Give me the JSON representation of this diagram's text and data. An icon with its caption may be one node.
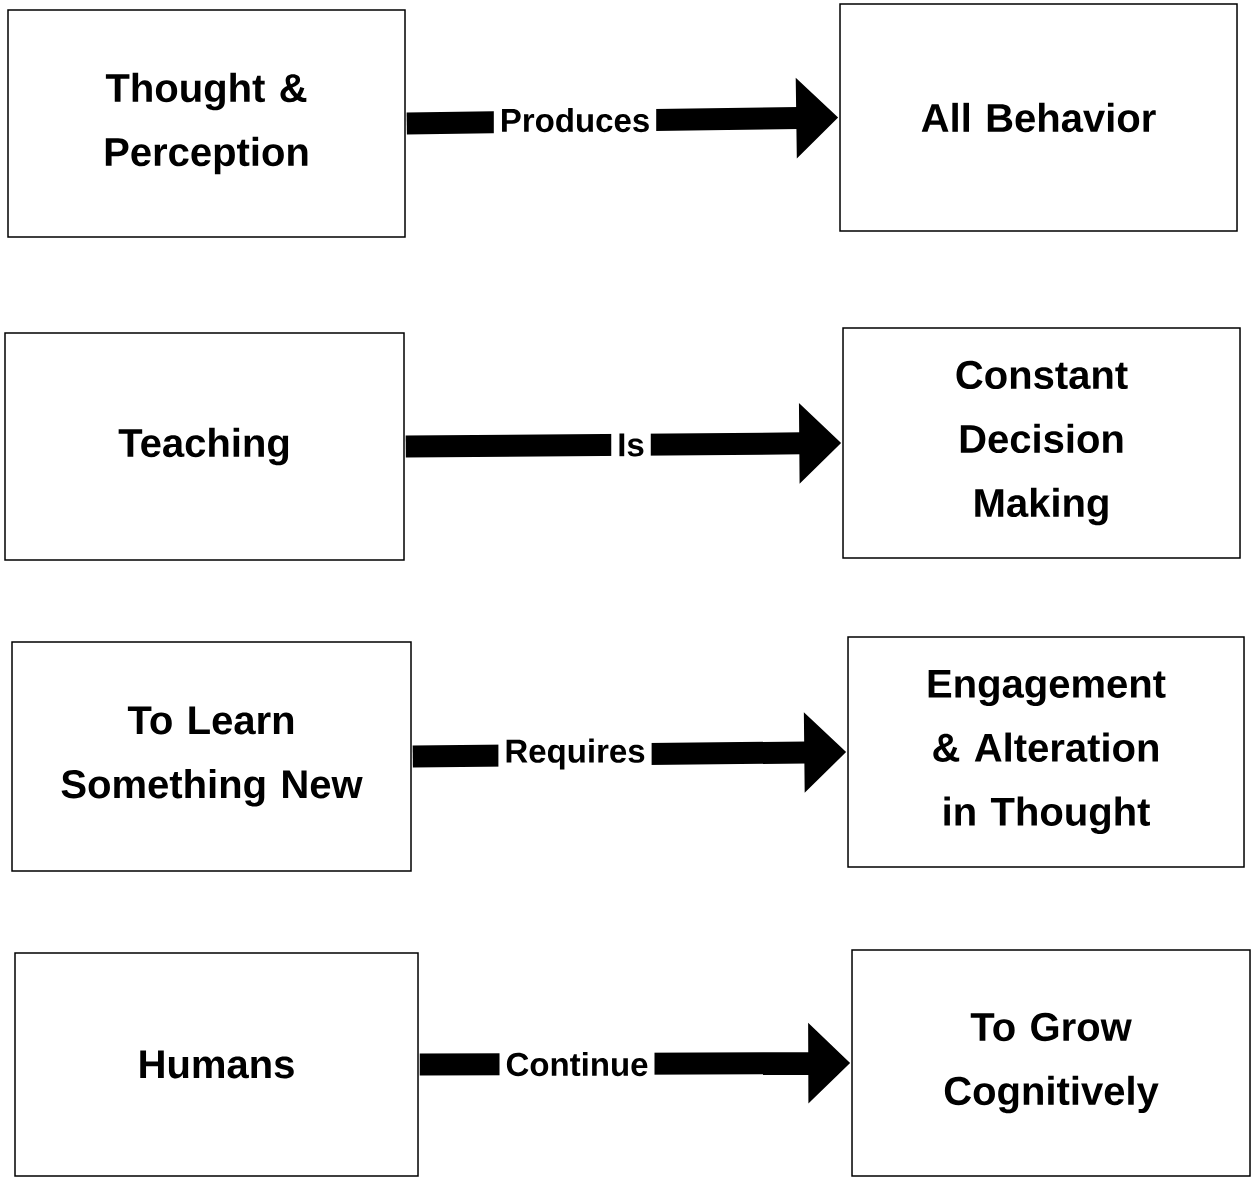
{
  "diagram": {
    "nodes": [
      {
        "text": [
          "Thought & Perception"
        ]
      },
      {
        "text": [
          "All Behavior"
        ]
      },
      {
        "text": [
          "Teaching"
        ]
      },
      {
        "text": [
          "Constant Decision Making"
        ]
      },
      {
        "text": [
          "To Learn Something New"
        ]
      },
      {
        "text": [
          "Engagement & Alteration in Thought"
        ]
      },
      {
        "text": [
          "Humans"
        ]
      },
      {
        "text": [
          "To Grow Cognitively"
        ]
      }
    ],
    "edges": [
      {
        "from": 0,
        "to": 1,
        "arrow": "to",
        "label": "Produces"
      },
      {
        "from": 2,
        "to": 3,
        "arrow": "to",
        "label": "Is"
      },
      {
        "from": 4,
        "to": 5,
        "arrow": "to",
        "label": "Requires"
      },
      {
        "from": 6,
        "to": 7,
        "arrow": "to",
        "label": "Continue"
      }
    ]
  }
}
